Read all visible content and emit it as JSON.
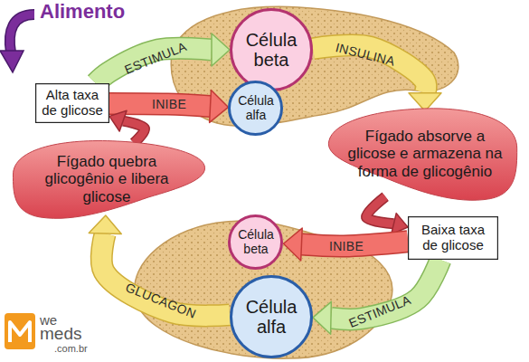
{
  "diagram": {
    "nodes": [
      {
        "text": [
          "Alta taxa de glicose"
        ]
      },
      {
        "text": [
          "Célula beta"
        ]
      },
      {
        "text": [
          "Célula alfa"
        ]
      },
      {
        "text": [
          "Fígado quebra glicogênio e libera glicose"
        ]
      },
      {
        "text": [
          "Fígado absorve a glicose e armazena na forma de glicogênio"
        ]
      },
      {
        "text": [
          "Baixa taxa de glicose"
        ]
      },
      {
        "text": [
          "Célula beta"
        ]
      },
      {
        "text": [
          "Célula alfa"
        ]
      }
    ],
    "edges": [
      {
        "from": 0,
        "to": 1,
        "label": "ESTIMULA",
        "arrow": "to"
      },
      {
        "from": 0,
        "to": 2,
        "label": "INIBE",
        "arrow": "to"
      },
      {
        "from": 1,
        "to": 4,
        "label": "INSULINA",
        "arrow": "to"
      },
      {
        "from": 4,
        "to": 5,
        "arrow": "to"
      },
      {
        "from": 5,
        "to": 6,
        "label": "INIBE",
        "arrow": "to"
      },
      {
        "from": 5,
        "to": 7,
        "label": "ESTIMULA",
        "arrow": "to"
      },
      {
        "from": 7,
        "to": 3,
        "label": "GLUCAGON",
        "arrow": "to"
      },
      {
        "from": 3,
        "to": 0,
        "arrow": "to"
      }
    ],
    "labels": [
      "Alimento",
      "we",
      "meds",
      ".com.br"
    ]
  }
}
